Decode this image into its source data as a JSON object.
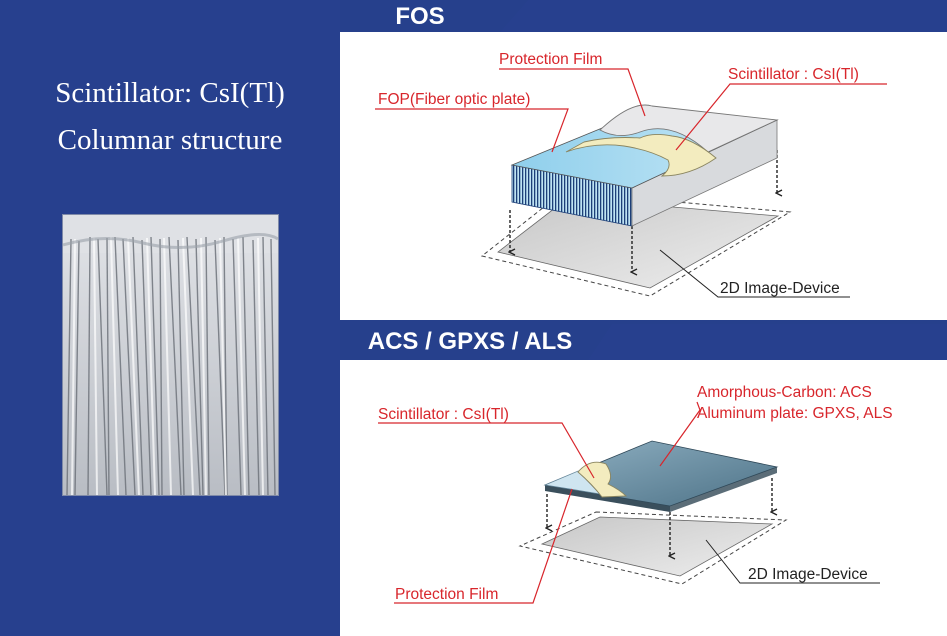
{
  "left": {
    "title_line1": "Scintillator: CsI(Tl)",
    "title_line2": "Columnar structure"
  },
  "fos": {
    "header": "FOS",
    "labels": {
      "protection_film": "Protection Film",
      "scintillator": "Scintillator : CsI(Tl)",
      "fop": "FOP(Fiber optic plate)",
      "image_device": "2D Image-Device"
    }
  },
  "acs": {
    "header": "ACS / GPXS / ALS",
    "labels": {
      "amorphous_carbon": "Amorphous-Carbon: ACS",
      "aluminum_plate": "Aluminum plate: GPXS, ALS",
      "scintillator": "Scintillator : CsI(Tl)",
      "protection_film": "Protection Film",
      "image_device": "2D Image-Device"
    }
  },
  "colors": {
    "background": "#27408e",
    "header_band": "#26408c",
    "label_red": "#d8262c",
    "fop_blue": "#9fd3ec",
    "scintillator_cream": "#f3ecbf",
    "plate_slate": "#5d8196"
  }
}
